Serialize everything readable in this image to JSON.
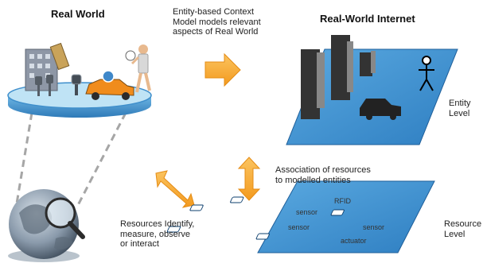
{
  "titles": {
    "real_world": "Real World",
    "real_world_internet": "Real-World  Internet"
  },
  "annotations": {
    "entity_context": "Entity-based Context\nModel models relevant\naspects of Real World",
    "association": "Association of resources\nto modelled entities",
    "resources": "Resources Identify,\nmeasure, observe\nor interact"
  },
  "levels": {
    "entity": "Entity\nLevel",
    "resource": "Resource\nLevel"
  },
  "resource_tags": {
    "rfid": "RFID",
    "sensor_1": "sensor",
    "sensor_2": "sensor",
    "sensor_3": "sensor",
    "actuator": "actuator"
  },
  "colors": {
    "plane_fill": "#3a8fd0",
    "plane_edge": "#1f5f9a",
    "disc_top": "#bfe3f5",
    "disc_side": "#3f8fcc",
    "arrow_fill": "#f7a934",
    "arrow_edge": "#e58c15",
    "cone_line": "#a6a6a6"
  }
}
